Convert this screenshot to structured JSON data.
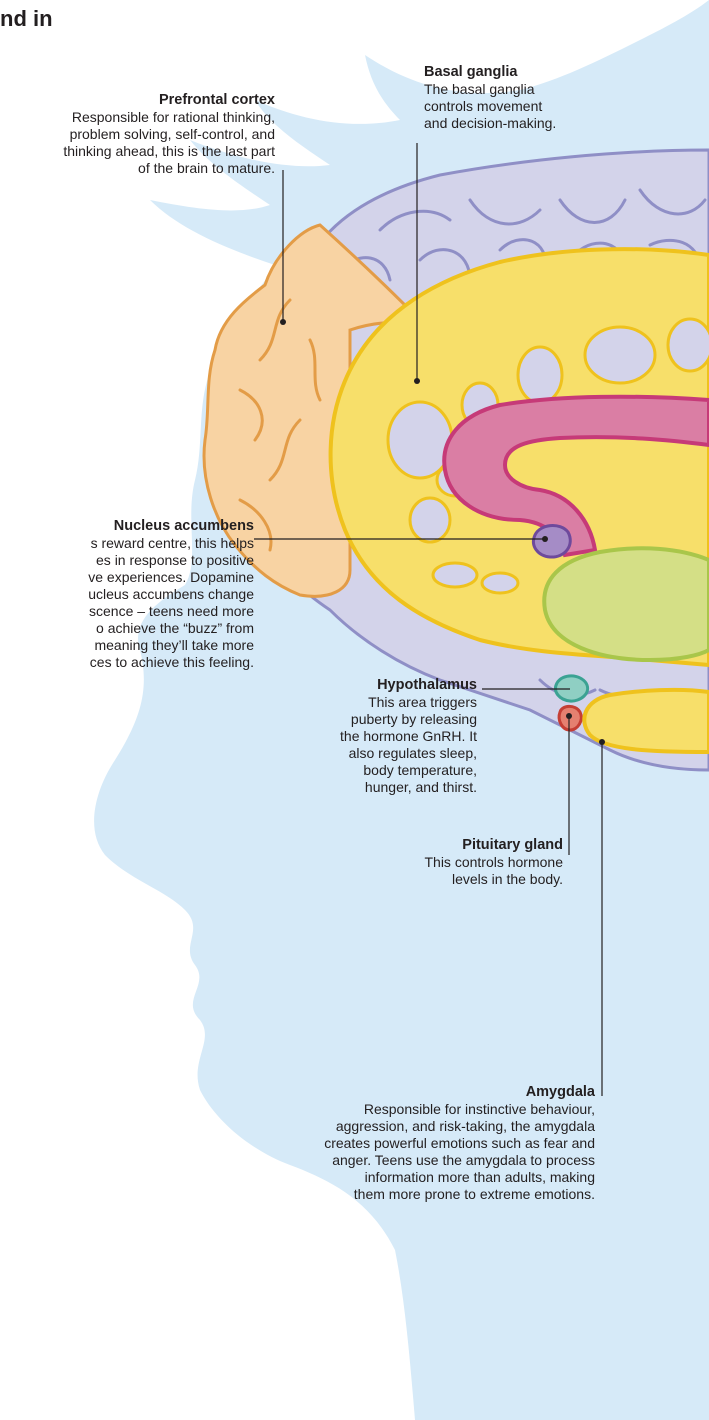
{
  "headline": "nd in",
  "labels": {
    "prefrontal": {
      "title": "Prefrontal cortex",
      "lines": [
        "Responsible for rational thinking,",
        "problem solving, self-control, and",
        "thinking ahead, this is the last part",
        "of the brain to mature."
      ]
    },
    "basal": {
      "title": "Basal ganglia",
      "lines": [
        "The basal ganglia",
        "controls movement",
        "and decision-making."
      ]
    },
    "nucleus": {
      "title": "Nucleus accumbens",
      "lines": [
        "s reward centre, this helps",
        "es in response to positive",
        "ve experiences. Dopamine",
        "ucleus accumbens change",
        "scence – teens need more",
        "o achieve the “buzz” from",
        "meaning they’ll take more",
        "ces to achieve this feeling."
      ]
    },
    "hypothalamus": {
      "title": "Hypothalamus",
      "lines": [
        "This area triggers",
        "puberty by releasing",
        "the hormone GnRH. It",
        "also regulates sleep,",
        "body temperature,",
        "hunger, and thirst."
      ]
    },
    "pituitary": {
      "title": "Pituitary gland",
      "lines": [
        "This controls hormone",
        "levels in the body."
      ]
    },
    "amygdala": {
      "title": "Amygdala",
      "lines": [
        "Responsible for instinctive behaviour,",
        "aggression, and risk-taking, the amygdala",
        "creates powerful emotions such as fear and",
        "anger. Teens use the amygdala to process",
        "information more than adults, making",
        "them more prone to extreme emotions."
      ]
    }
  },
  "colors": {
    "head": "#d6eaf8",
    "cortex": "#d3d3ea",
    "cortex_line": "#8f8fc6",
    "prefrontal": "#f8d3a3",
    "prefrontal_line": "#e39c47",
    "basal": "#f7df6a",
    "basal_line": "#efc21d",
    "limbic": "#da7ea4",
    "limbic_line": "#c63a78",
    "thalamus": "#d4df86",
    "thalamus_line": "#a9c64a",
    "nucleus": "#a58cc6",
    "nucleus_line": "#6e4a9c",
    "hypothalamus": "#8fcfc3",
    "hypothalamus_line": "#3ba293",
    "pituitary": "#e58070",
    "pituitary_line": "#c53e34"
  }
}
